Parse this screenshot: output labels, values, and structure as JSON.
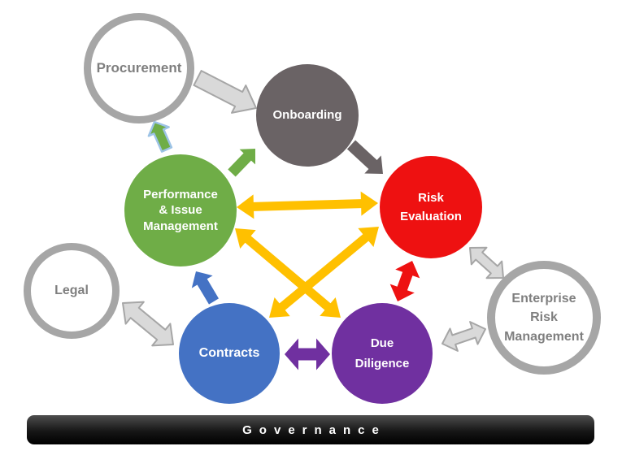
{
  "diagram": {
    "background": "#ffffff",
    "banner": {
      "label": "Governance"
    },
    "nodes": {
      "procurement": {
        "label": "Procurement",
        "style": "outlined"
      },
      "onboarding": {
        "label": "Onboarding",
        "style": "filled",
        "fill": "dark_gray"
      },
      "performance": {
        "label": "Performance\n& Issue\nManagement",
        "style": "filled",
        "fill": "green"
      },
      "risk_evaluation": {
        "label": "Risk\nEvaluation",
        "style": "filled",
        "fill": "red"
      },
      "legal": {
        "label": "Legal",
        "style": "outlined"
      },
      "contracts": {
        "label": "Contracts",
        "style": "filled",
        "fill": "blue"
      },
      "due_diligence": {
        "label": "Due\nDiligence",
        "style": "filled",
        "fill": "purple"
      },
      "enterprise_risk_management": {
        "label": "Enterprise\nRisk\nManagement",
        "style": "outlined"
      }
    },
    "connections": [
      {
        "id": "procurement-to-onboarding",
        "from": "Procurement",
        "to": "Onboarding",
        "direction": "one-way",
        "fill": "light_gray",
        "stroke": "gray_outline"
      },
      {
        "id": "onboarding-to-risk-evaluation",
        "from": "Onboarding",
        "to": "Risk Evaluation",
        "direction": "one-way",
        "fill": "dark_gray"
      },
      {
        "id": "performance-to-procurement",
        "from": "Performance & Issue Management",
        "to": "Procurement",
        "direction": "one-way",
        "fill": "green",
        "stroke": "light_blue"
      },
      {
        "id": "performance-to-onboarding",
        "from": "Performance & Issue Management",
        "to": "Onboarding",
        "direction": "one-way",
        "fill": "green"
      },
      {
        "id": "performance-risk-evaluation",
        "from": "Performance & Issue Management",
        "to": "Risk Evaluation",
        "direction": "two-way",
        "fill": "yellow"
      },
      {
        "id": "performance-due-diligence",
        "from": "Performance & Issue Management",
        "to": "Due Diligence",
        "direction": "two-way",
        "fill": "yellow"
      },
      {
        "id": "contracts-risk-evaluation",
        "from": "Contracts",
        "to": "Risk Evaluation",
        "direction": "two-way",
        "fill": "yellow"
      },
      {
        "id": "risk-evaluation-due-diligence",
        "from": "Risk Evaluation",
        "to": "Due Diligence",
        "direction": "two-way",
        "fill": "red"
      },
      {
        "id": "contracts-due-diligence",
        "from": "Contracts",
        "to": "Due Diligence",
        "direction": "two-way",
        "fill": "purple"
      },
      {
        "id": "contracts-to-performance",
        "from": "Contracts",
        "to": "Performance & Issue Management",
        "direction": "one-way",
        "fill": "blue"
      },
      {
        "id": "legal-contracts",
        "from": "Legal",
        "to": "Contracts",
        "direction": "two-way",
        "fill": "light_gray",
        "stroke": "gray_outline"
      },
      {
        "id": "risk-evaluation-enterprise-risk-management",
        "from": "Risk Evaluation",
        "to": "Enterprise Risk Management",
        "direction": "two-way",
        "fill": "light_gray",
        "stroke": "gray_outline"
      },
      {
        "id": "due-diligence-enterprise-risk-management",
        "from": "Due Diligence",
        "to": "Enterprise Risk Management",
        "direction": "two-way",
        "fill": "light_gray",
        "stroke": "gray_outline"
      }
    ],
    "colors": {
      "green": "#6fad47",
      "red": "#ee1111",
      "blue": "#4472c4",
      "purple": "#7030a0",
      "dark_gray": "#6a6365",
      "yellow": "#ffc000",
      "light_gray": "#d9d9d9",
      "gray_outline": "#a6a6a6",
      "light_blue": "#9dc3e6",
      "label_gray": "#7f7f7f",
      "banner_black": "#000000",
      "white": "#ffffff"
    }
  }
}
